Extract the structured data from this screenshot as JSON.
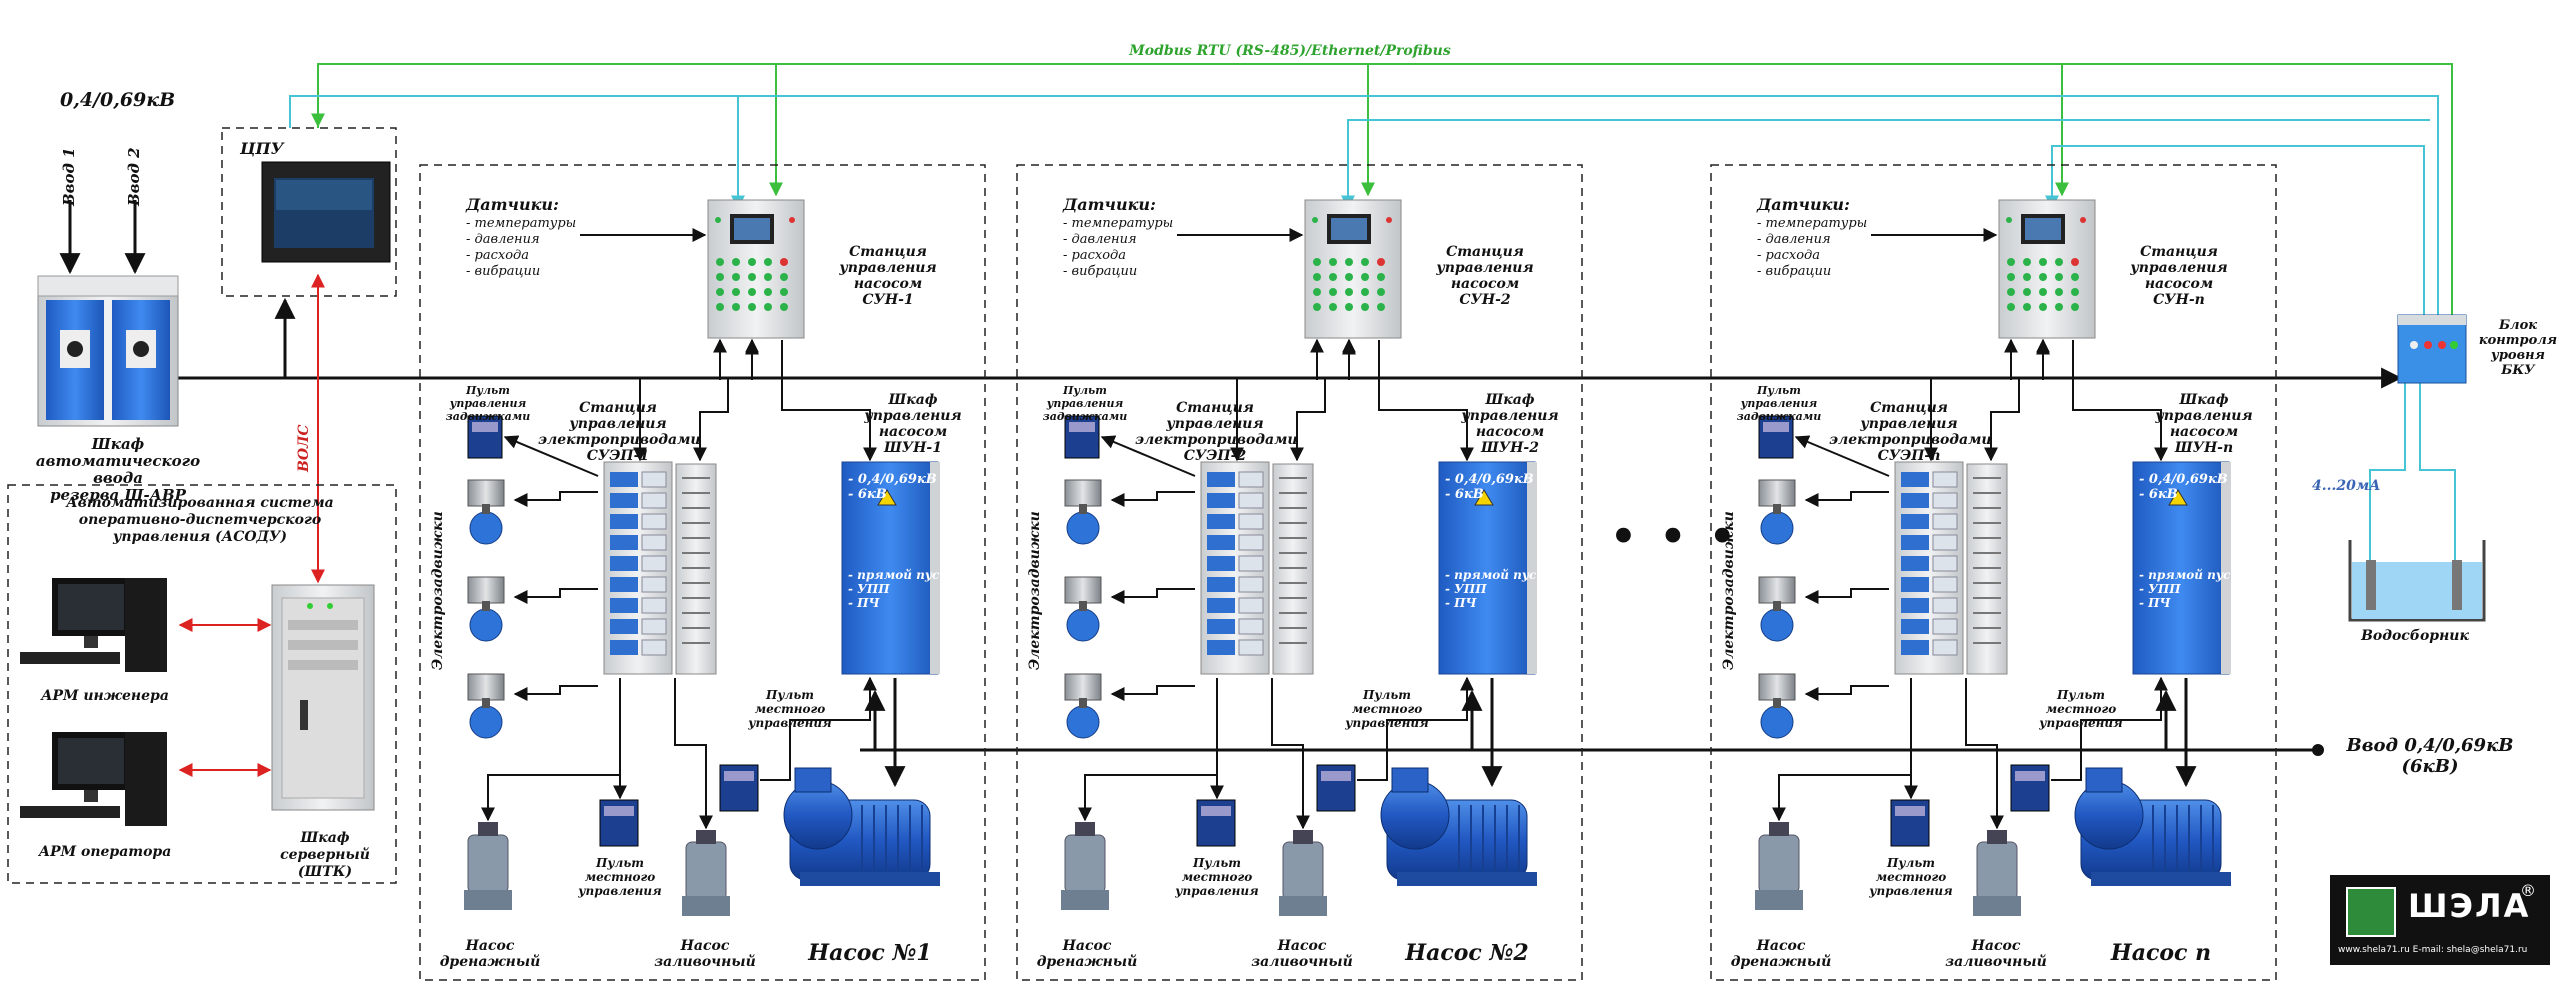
{
  "bus_label": "Modbus RTU (RS-485)/Ethernet/Profibus",
  "voltage_top": "0,4/0,69кВ",
  "input1": "Ввод 1",
  "input2": "Ввод 2",
  "avr": {
    "line1": "Шкаф автоматического ввода",
    "line2": "резерва Ш-АВР"
  },
  "cpu": "ЦПУ",
  "vols": "ВОЛС",
  "asodu": {
    "line1": "Автоматизированная система",
    "line2": "оперативно-диспетчерского",
    "line3": "управления (АСОДУ)"
  },
  "arm_engineer": "АРМ инженера",
  "arm_operator": "АРМ оператора",
  "server": {
    "line1": "Шкаф серверный",
    "line2": "(ШТК)"
  },
  "sensors": {
    "title": "Датчики:",
    "items": [
      "- температуры",
      "- давления",
      "- расхода",
      "- вибрации"
    ]
  },
  "valve_panel": {
    "line1": "Пульт управления",
    "line2": "задвижками"
  },
  "drive_station": {
    "line1": "Станция управления",
    "line2": "электроприводами"
  },
  "pump_cabinet": {
    "line1": "Шкаф управления",
    "line2": "насосом"
  },
  "pump_station": {
    "line1": "Станция управления",
    "line2": "насосом"
  },
  "local_panel": {
    "line1": "Пульт",
    "line2": "местного",
    "line3": "управления"
  },
  "valves_vertical": "Электрозадвижки",
  "cabinet_text": {
    "v1": "- 0,4/0,69кВ",
    "v2": "- 6кВ",
    "m1": "- прямой пуск",
    "m2": "- УПП",
    "m3": "- ПЧ"
  },
  "drain_pump": {
    "line1": "Насос",
    "line2": "дренажный"
  },
  "fill_pump": {
    "line1": "Насос",
    "line2": "заливочный"
  },
  "sections": [
    {
      "sun": "СУН-1",
      "suep": "СУЭП-1",
      "shun": "ШУН-1",
      "pump": "Насос №1"
    },
    {
      "sun": "СУН-2",
      "suep": "СУЭП-2",
      "shun": "ШУН-2",
      "pump": "Насос №2"
    },
    {
      "sun": "СУН-n",
      "suep": "СУЭП-n",
      "shun": "ШУН-n",
      "pump": "Насос n"
    }
  ],
  "ellipsis": "• • •",
  "bku": {
    "line1": "Блок",
    "line2": "контроля",
    "line3": "уровня",
    "line4": "БКУ"
  },
  "current_signal": "4...20мА",
  "reservoir": "Водосборник",
  "input_right": {
    "line1": "Ввод 0,4/0,69кВ",
    "line2": "(6кВ)"
  },
  "logo": {
    "name": "ШЭЛА",
    "reg": "®",
    "web": "www.shela71.ru   E-mail: shela@shela71.ru"
  },
  "colors": {
    "bus": "#4cd14c",
    "link": "#5fd0de",
    "fiber": "#d22",
    "cabinet_blue": "#2d6fd8",
    "steel": "#dfe2e4"
  }
}
